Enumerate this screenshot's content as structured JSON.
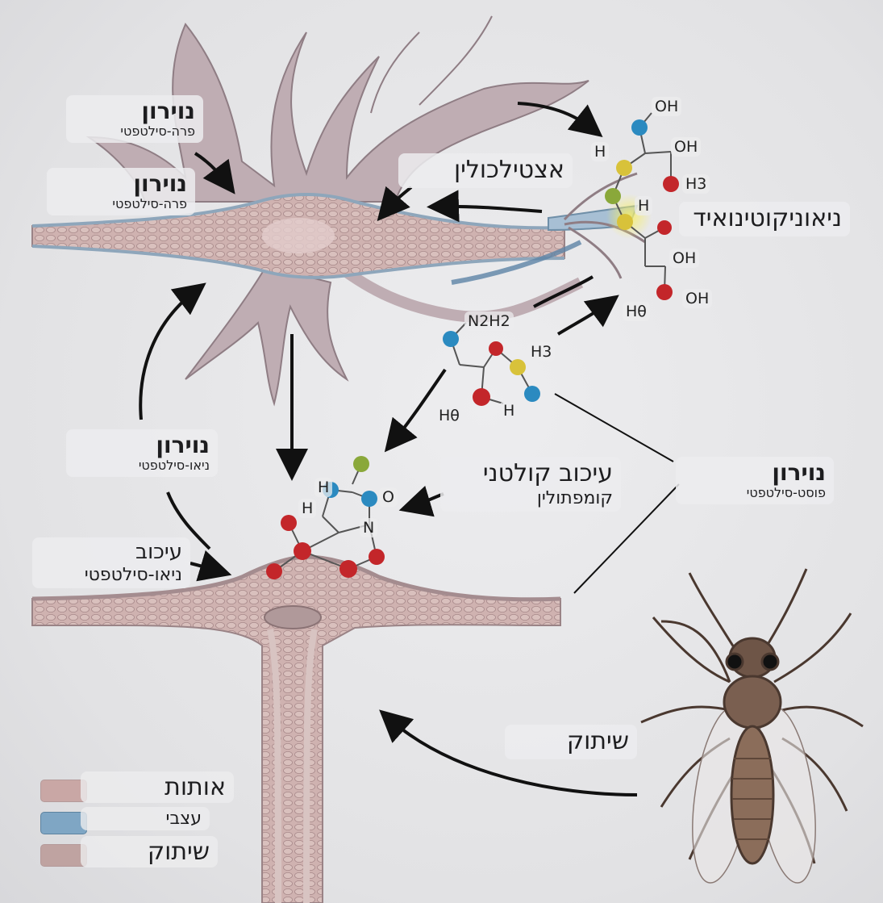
{
  "labels": {
    "pre_synaptic_1": {
      "title": "נוירון",
      "subtitle": "פרה-סילטפטי"
    },
    "pre_synaptic_2": {
      "title": "נוירון",
      "subtitle": "פרה-סילטפטי"
    },
    "acetylcholine": "אצטילכולין",
    "neonicotinoid": "ניאוניקוטינואיד",
    "neo_synaptic": {
      "title": "נוירון",
      "subtitle": "ניאו-סילטפטי"
    },
    "competitive_inhibition": {
      "title": "עיכוב קולטני",
      "subtitle": "קומפתולין"
    },
    "post_synaptic": {
      "title": "נוירון",
      "subtitle": "פוסט-סילטפטי"
    },
    "inhibition": {
      "title": "עיכוב",
      "subtitle": "ניאו-סילטפטי"
    },
    "paralysis": "שיתוק"
  },
  "chem_labels": {
    "oh1": "OH",
    "h1": "H",
    "oh2": "OH",
    "h3a": "H3",
    "h2": "H",
    "oh3": "OH",
    "oh4": "OH",
    "he1": "Hθ",
    "n2h2": "N2H2",
    "h3b": "H3",
    "he2": "Hθ",
    "h4": "H",
    "h5": "H",
    "h6": "H",
    "o1": "O",
    "n1": "N"
  },
  "legend": [
    {
      "label": "אותות",
      "color": "#c9a7a5"
    },
    {
      "label": "עצבי",
      "color": "#7fa6c4"
    },
    {
      "label": "שיתוק",
      "color": "#bfa3a1"
    }
  ],
  "colors": {
    "membrane": "#bfa7a9",
    "cytoplasm": "#c8b0b1",
    "accent_blue": "#7fa6c4",
    "atom_red": "#c3262a",
    "atom_blue": "#2b8ac0",
    "atom_yellow": "#d8c23a",
    "atom_green": "#8aa83a"
  }
}
